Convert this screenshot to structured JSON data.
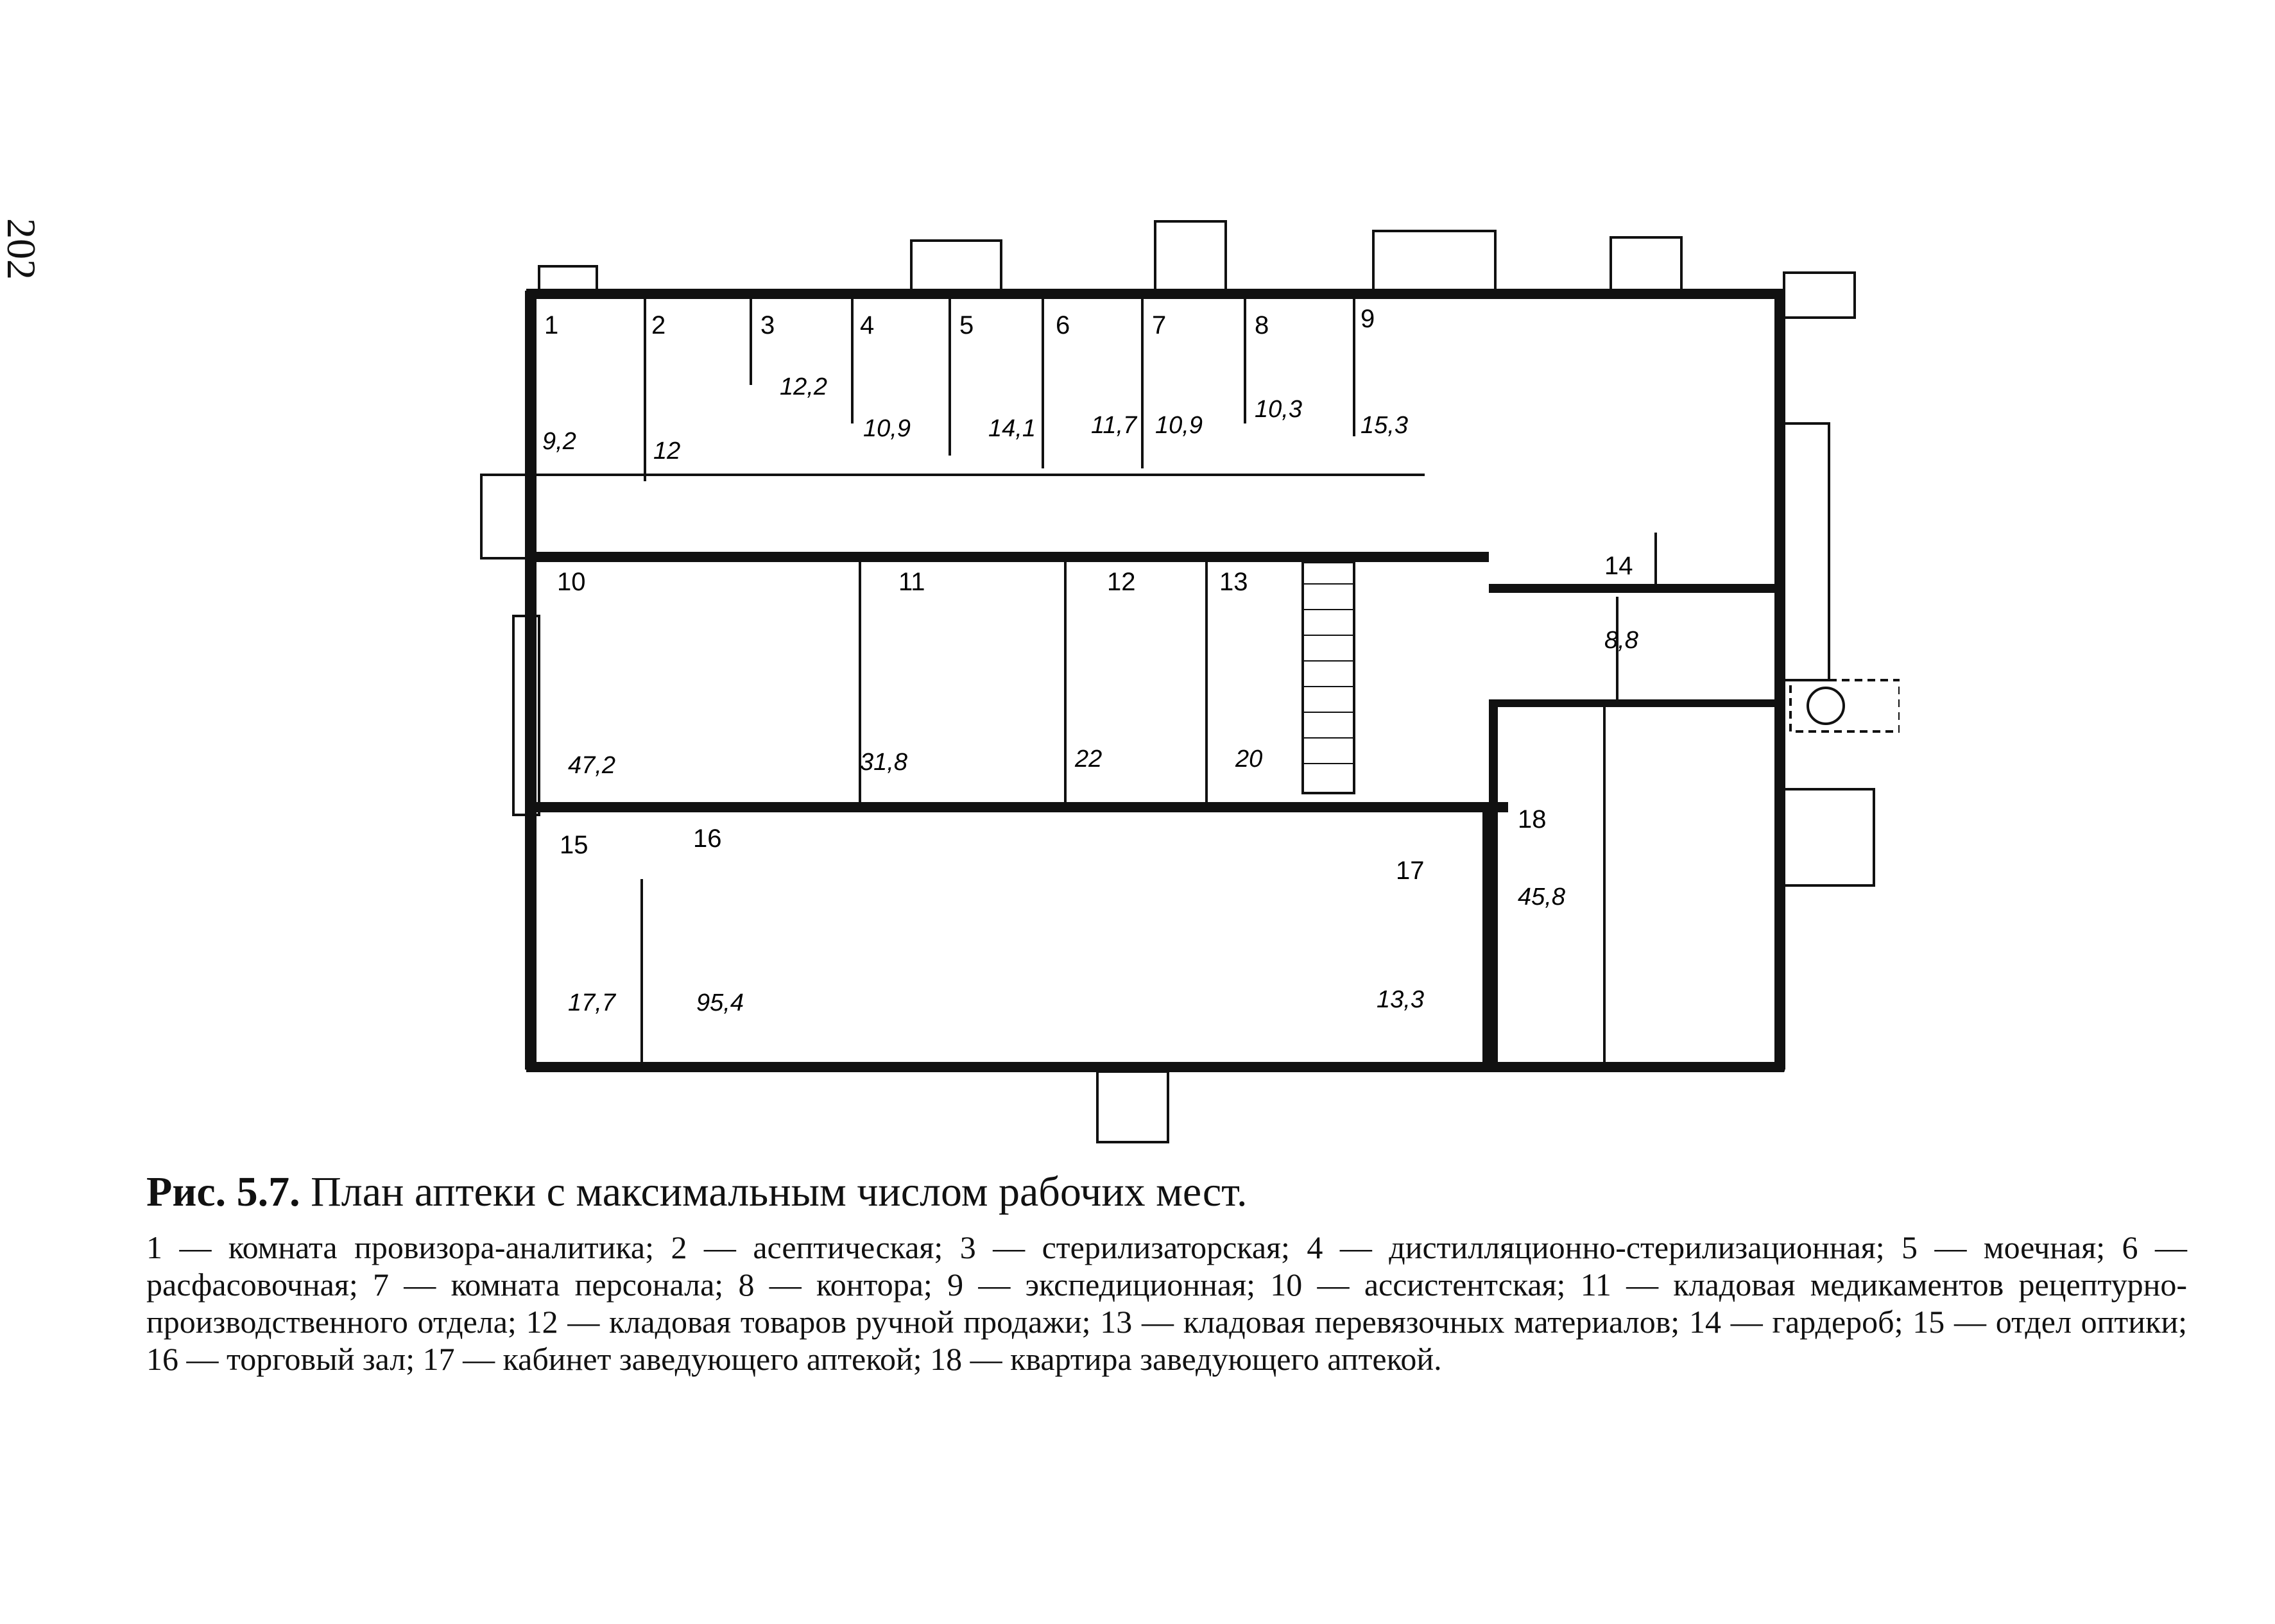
{
  "page_number": "202",
  "caption": {
    "prefix": "Рис. 5.7.",
    "title": "План аптеки с максимальным числом рабочих мест.",
    "legend": "1 — комната провизора-аналитика; 2 — асептическая; 3 — стерилизаторская; 4 — дистилляционно-стерилизационная; 5 — моечная; 6 — расфасовочная; 7 — комната персонала; 8 — контора; 9 — экспедиционная; 10 — ассистентская; 11 — кладовая медикаментов рецептурно-производственного отдела; 12 — кладовая товаров ручной продажи; 13 — кладовая перевязочных материалов; 14 — гардероб; 15 — отдел оптики; 16 — торговый зал; 17 — кабинет заведующего аптекой; 18 — квартира заведующего аптекой."
  },
  "rooms": [
    {
      "num": "1",
      "area": "9,2"
    },
    {
      "num": "2",
      "area": "12"
    },
    {
      "num": "3",
      "area": "12,2"
    },
    {
      "num": "4",
      "area": "10,9"
    },
    {
      "num": "5",
      "area": "14,1"
    },
    {
      "num": "6",
      "area": "11,7"
    },
    {
      "num": "7",
      "area": "10,9"
    },
    {
      "num": "8",
      "area": "10,3"
    },
    {
      "num": "9",
      "area": "15,3"
    },
    {
      "num": "10",
      "area": "47,2"
    },
    {
      "num": "11",
      "area": "31,8"
    },
    {
      "num": "12",
      "area": "22"
    },
    {
      "num": "13",
      "area": "20"
    },
    {
      "num": "14",
      "area": "8,8"
    },
    {
      "num": "15",
      "area": "17,7"
    },
    {
      "num": "16",
      "area": "95,4"
    },
    {
      "num": "17",
      "area": "13,3"
    },
    {
      "num": "18",
      "area": "45,8"
    }
  ]
}
